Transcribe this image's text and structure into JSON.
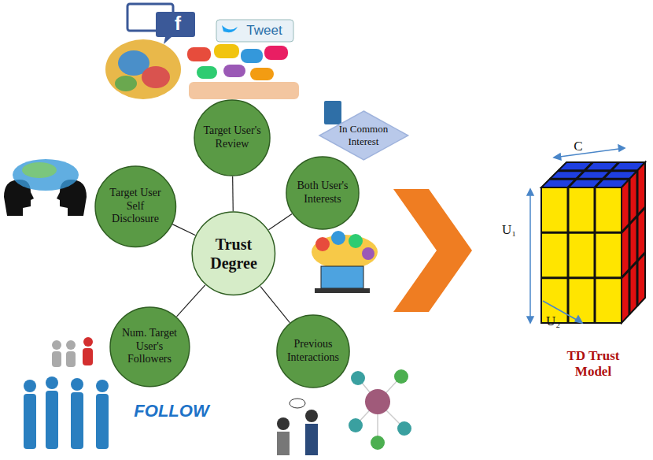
{
  "diagram": {
    "nodes": [
      {
        "text": [
          "Target User's Review"
        ]
      },
      {
        "text": [
          "In Common Interest"
        ]
      },
      {
        "text": [
          "Target User Self Disclosure"
        ]
      },
      {
        "text": [
          "Both User's Interests"
        ]
      },
      {
        "text": [
          "Trust Degree"
        ]
      },
      {
        "text": [
          "Num. Target User's Followers"
        ]
      },
      {
        "text": [
          "Previous Interactions"
        ]
      }
    ],
    "edges": [
      {
        "from": 4,
        "to": 0,
        "arrow": "none"
      },
      {
        "from": 4,
        "to": 2,
        "arrow": "none"
      },
      {
        "from": 4,
        "to": 3,
        "arrow": "none"
      },
      {
        "from": 4,
        "to": 5,
        "arrow": "none"
      },
      {
        "from": 4,
        "to": 6,
        "arrow": "none"
      }
    ],
    "labels": [
      "f",
      "Tweet",
      "FOLLOW",
      "C",
      "U₁",
      "U₂",
      "TD Trust Model"
    ]
  }
}
